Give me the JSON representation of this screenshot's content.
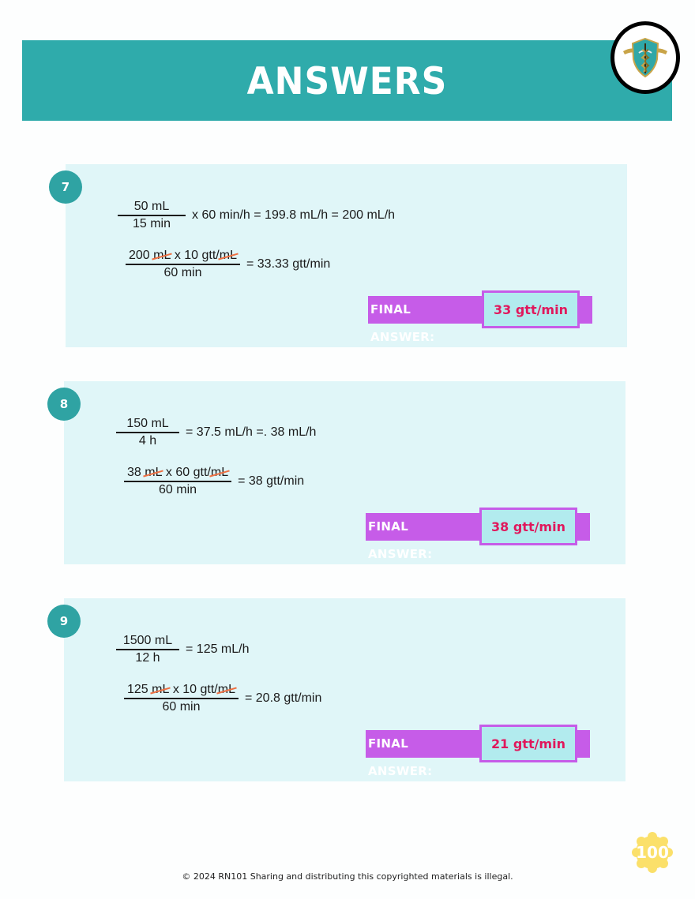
{
  "header": {
    "title": "ANSWERS",
    "logo": "caduceus-shield-logo-icon",
    "colors": {
      "bar": "#2fabab",
      "title": "#ffffff"
    }
  },
  "cards": [
    {
      "number": "7",
      "line1": {
        "numerator": "50 mL",
        "denominator": "15 min",
        "rhs": "x 60 min/h = 199.8 mL/h = 200 mL/h"
      },
      "line2": {
        "num_pre": "200 ",
        "num_strike1": "mL",
        "num_mid": " x 10 gtt/",
        "num_strike2": "mL",
        "denominator": "60 min",
        "rhs": "= 33.33 gtt/min"
      },
      "final_label": "FINAL ANSWER:",
      "final_value": "33 gtt/min"
    },
    {
      "number": "8",
      "line1": {
        "numerator": "150 mL",
        "denominator": "4 h",
        "rhs": "= 37.5 mL/h =. 38 mL/h"
      },
      "line2": {
        "num_pre": "38 ",
        "num_strike1": "mL",
        "num_mid": " x 60 gtt/",
        "num_strike2": "mL",
        "denominator": "60 min",
        "rhs": "= 38 gtt/min"
      },
      "final_label": "FINAL ANSWER:",
      "final_value": "38 gtt/min"
    },
    {
      "number": "9",
      "line1": {
        "numerator": "1500 mL",
        "denominator": "12 h",
        "rhs": "= 125 mL/h"
      },
      "line2": {
        "num_pre": "125 ",
        "num_strike1": "mL",
        "num_mid": " x 10 gtt/",
        "num_strike2": "mL",
        "denominator": "60 min",
        "rhs": "= 20.8 gtt/min"
      },
      "final_label": "FINAL ANSWER:",
      "final_value": "21 gtt/min"
    }
  ],
  "colors": {
    "card_bg": "#e0f6f8",
    "badge": "#2fa3a3",
    "final_bar": "#c65ce8",
    "final_value_bg": "#b2ebee",
    "final_value_text": "#e0185c",
    "strike": "#ee7043",
    "page_badge": "#fbe06a"
  },
  "footer": {
    "copyright": "© 2024 RN101 Sharing and distributing this copyrighted materials is illegal.",
    "page_number": "100"
  }
}
